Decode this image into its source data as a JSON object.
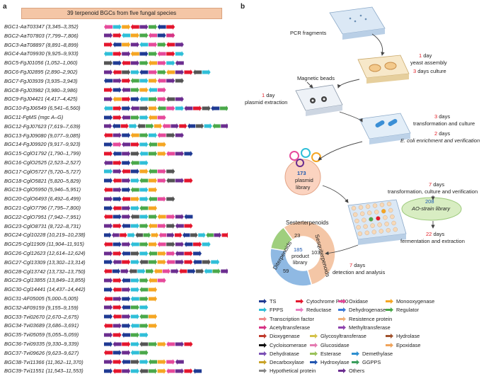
{
  "panel_a": {
    "label": "a",
    "banner": "39 terpenoid BGCs from five fungal species",
    "rows": [
      {
        "label": "BGC1-AaT03347 (3,345–3,352)",
        "genes": [
          "#e64a9b",
          "#2fbfd8",
          "#f5a623",
          "#e4162d",
          "#6b2d8f",
          "#4aa84a",
          "#1f3a93",
          "#e4162d"
        ]
      },
      {
        "label": "BGC2-AaT07803 (7,799–7,806)",
        "genes": [
          "#6b2d8f",
          "#e4162d",
          "#2fbfd8",
          "#f5a623",
          "#4aa84a",
          "#e64a9b",
          "#1f3a93",
          "#d63384"
        ]
      },
      {
        "label": "BGC3-AaT08897 (8,891–8,899)",
        "genes": [
          "#e4162d",
          "#1f3a93",
          "#f5a623",
          "#6b2d8f",
          "#2fbfd8",
          "#e64a9b",
          "#4aa84a",
          "#e4162d",
          "#6b2d8f"
        ]
      },
      {
        "label": "BGC4-AaT09930 (9,925–9,933)",
        "genes": [
          "#2fbfd8",
          "#e4162d",
          "#6b2d8f",
          "#f5a623",
          "#1f3a93",
          "#4aa84a",
          "#e64a9b",
          "#e4162d",
          "#2fbfd8"
        ]
      },
      {
        "label": "BGC5-FgJ01056 (1,052–1,060)",
        "genes": [
          "#555555",
          "#1f3a93",
          "#e4162d",
          "#6b2d8f",
          "#4aa84a",
          "#f5a623",
          "#e64a9b",
          "#2fbfd8",
          "#6b2d8f"
        ]
      },
      {
        "label": "BGC6-FgJ02895 (2,890–2,902)",
        "genes": [
          "#6b2d8f",
          "#e4162d",
          "#555555",
          "#2fbfd8",
          "#1f3a93",
          "#e64a9b",
          "#4aa84a",
          "#f5a623",
          "#6b2d8f",
          "#e4162d",
          "#555555",
          "#2fbfd8"
        ]
      },
      {
        "label": "BGC7-FgJ03939 (3,935–3,943)",
        "genes": [
          "#1f3a93",
          "#6b2d8f",
          "#e4162d",
          "#4aa84a",
          "#2fbfd8",
          "#f5a623",
          "#e64a9b",
          "#6b2d8f",
          "#555555"
        ]
      },
      {
        "label": "BGC8-FgJ03982 (3,980–3,986)",
        "genes": [
          "#e4162d",
          "#1f3a93",
          "#6b2d8f",
          "#4aa84a",
          "#f5a623",
          "#2fbfd8",
          "#e64a9b"
        ]
      },
      {
        "label": "BGC9-FgJ04421 (4,417–4,425)",
        "genes": [
          "#6b2d8f",
          "#f5a623",
          "#e4162d",
          "#1f3a93",
          "#2fbfd8",
          "#4aa84a",
          "#e64a9b",
          "#555555",
          "#6b2d8f"
        ]
      },
      {
        "label": "BGC10-FgJ06549 (6,541–6,560)",
        "genes": [
          "#2fbfd8",
          "#e4162d",
          "#1f3a93",
          "#6b2d8f",
          "#555555",
          "#f5a623",
          "#4aa84a",
          "#e64a9b",
          "#2fbfd8",
          "#6b2d8f",
          "#e4162d",
          "#555555",
          "#1f3a93",
          "#4aa84a"
        ]
      },
      {
        "label": "BGC11-FgMS (mgc A–G)",
        "genes": [
          "#1f3a93",
          "#e4162d",
          "#6b2d8f",
          "#4aa84a",
          "#2fbfd8",
          "#f5a623",
          "#e64a9b"
        ]
      },
      {
        "label": "BGC12-FgJ07623 (7,619–7,639)",
        "genes": [
          "#6b2d8f",
          "#1f3a93",
          "#e4162d",
          "#2fbfd8",
          "#555555",
          "#4aa84a",
          "#f5a623",
          "#e64a9b",
          "#6b2d8f",
          "#e4162d",
          "#1f3a93",
          "#555555",
          "#2fbfd8",
          "#4aa84a",
          "#6b2d8f"
        ]
      },
      {
        "label": "BGC13-FgJ09080 (9,077–9,085)",
        "genes": [
          "#e4162d",
          "#6b2d8f",
          "#1f3a93",
          "#f5a623",
          "#4aa84a",
          "#2fbfd8",
          "#e64a9b",
          "#555555",
          "#6b2d8f"
        ]
      },
      {
        "label": "BGC14-FgJ09920 (9,917–9,923)",
        "genes": [
          "#1f3a93",
          "#e64a9b",
          "#6b2d8f",
          "#e4162d",
          "#2fbfd8",
          "#4aa84a",
          "#f5a623"
        ]
      },
      {
        "label": "BGC15-CglO1792 (1,790–1,799)",
        "genes": [
          "#e4162d",
          "#1f3a93",
          "#6b2d8f",
          "#555555",
          "#2fbfd8",
          "#4aa84a",
          "#f5a623",
          "#e64a9b",
          "#6b2d8f",
          "#1f3a93"
        ]
      },
      {
        "label": "BGC16-CglO2525 (2,523–2,527)",
        "genes": [
          "#6b2d8f",
          "#e4162d",
          "#1f3a93",
          "#4aa84a",
          "#2fbfd8"
        ]
      },
      {
        "label": "BGC17-CglO5727 (5,720–5,727)",
        "genes": [
          "#2fbfd8",
          "#6b2d8f",
          "#e4162d",
          "#1f3a93",
          "#f5a623",
          "#4aa84a",
          "#e64a9b",
          "#555555"
        ]
      },
      {
        "label": "BGC18-CglO5821 (5,820–5,829)",
        "genes": [
          "#1f3a93",
          "#e4162d",
          "#6b2d8f",
          "#2fbfd8",
          "#4aa84a",
          "#f5a623",
          "#e64a9b",
          "#555555",
          "#6b2d8f",
          "#e4162d"
        ]
      },
      {
        "label": "BGC19-CglO5950 (5,946–5,951)",
        "genes": [
          "#e4162d",
          "#6b2d8f",
          "#1f3a93",
          "#4aa84a",
          "#2fbfd8",
          "#f5a623"
        ]
      },
      {
        "label": "BGC20-CglO6493 (6,492–6,499)",
        "genes": [
          "#6b2d8f",
          "#1f3a93",
          "#e4162d",
          "#f5a623",
          "#2fbfd8",
          "#4aa84a",
          "#e64a9b",
          "#555555"
        ]
      },
      {
        "label": "BGC21-CglO7796 (7,795–7,800)",
        "genes": [
          "#1f3a93",
          "#e4162d",
          "#6b2d8f",
          "#2fbfd8",
          "#4aa84a",
          "#f5a623"
        ]
      },
      {
        "label": "BGC22-CglO7951 (7,942–7,951)",
        "genes": [
          "#e4162d",
          "#1f3a93",
          "#6b2d8f",
          "#555555",
          "#2fbfd8",
          "#4aa84a",
          "#f5a623",
          "#e64a9b",
          "#6b2d8f",
          "#1f3a93"
        ]
      },
      {
        "label": "BGC23-CglO8731 (8,722–8,731)",
        "genes": [
          "#6b2d8f",
          "#e4162d",
          "#1f3a93",
          "#2fbfd8",
          "#4aa84a",
          "#f5a623",
          "#e64a9b",
          "#555555",
          "#6b2d8f",
          "#e4162d"
        ]
      },
      {
        "label": "BGC24-Cgl10228 (10,219–10,238)",
        "genes": [
          "#1f3a93",
          "#6b2d8f",
          "#e4162d",
          "#2fbfd8",
          "#555555",
          "#4aa84a",
          "#f5a623",
          "#e64a9b",
          "#6b2d8f",
          "#e4162d",
          "#1f3a93",
          "#555555",
          "#2fbfd8",
          "#4aa84a",
          "#6b2d8f",
          "#e4162d"
        ]
      },
      {
        "label": "BGC25-Cgl11909 (11,904–11,915)",
        "genes": [
          "#e4162d",
          "#1f3a93",
          "#6b2d8f",
          "#2fbfd8",
          "#4aa84a",
          "#f5a623",
          "#e64a9b",
          "#555555",
          "#6b2d8f",
          "#1f3a93",
          "#e4162d",
          "#2fbfd8"
        ]
      },
      {
        "label": "BGC26-Cgl12623 (12,614–12,624)",
        "genes": [
          "#6b2d8f",
          "#e4162d",
          "#1f3a93",
          "#555555",
          "#2fbfd8",
          "#4aa84a",
          "#f5a623",
          "#e64a9b",
          "#6b2d8f",
          "#e4162d",
          "#1f3a93"
        ]
      },
      {
        "label": "BGC27-Cgl13309 (13,302–13,314)",
        "genes": [
          "#1f3a93",
          "#6b2d8f",
          "#e4162d",
          "#2fbfd8",
          "#555555",
          "#4aa84a",
          "#f5a623",
          "#e64a9b",
          "#6b2d8f",
          "#e4162d",
          "#1f3a93",
          "#555555",
          "#2fbfd8"
        ]
      },
      {
        "label": "BGC28-Cgl13742 (13,732–13,750)",
        "genes": [
          "#e4162d",
          "#1f3a93",
          "#6b2d8f",
          "#555555",
          "#2fbfd8",
          "#4aa84a",
          "#f5a623",
          "#e64a9b",
          "#6b2d8f",
          "#e4162d",
          "#1f3a93",
          "#555555",
          "#2fbfd8",
          "#4aa84a",
          "#6b2d8f"
        ]
      },
      {
        "label": "BGC29-Cgl13855 (13,849–13,855)",
        "genes": [
          "#6b2d8f",
          "#e4162d",
          "#1f3a93",
          "#2fbfd8",
          "#4aa84a",
          "#f5a623",
          "#e64a9b"
        ]
      },
      {
        "label": "BGC30-Cgl14441 (14,437–14,442)",
        "genes": [
          "#1f3a93",
          "#e4162d",
          "#6b2d8f",
          "#2fbfd8",
          "#4aa84a",
          "#f5a623"
        ]
      },
      {
        "label": "BGC31-AF05005 (5,000–5,005)",
        "genes": [
          "#e4162d",
          "#6b2d8f",
          "#1f3a93",
          "#2fbfd8",
          "#4aa84a",
          "#f5a623"
        ]
      },
      {
        "label": "BGC32-AF09159 (9,155–9,159)",
        "genes": [
          "#6b2d8f",
          "#e4162d",
          "#1f3a93",
          "#4aa84a",
          "#2fbfd8"
        ]
      },
      {
        "label": "BGC33-Tvi02670 (2,670–2,675)",
        "genes": [
          "#1f3a93",
          "#e4162d",
          "#6b2d8f",
          "#2fbfd8",
          "#4aa84a",
          "#f5a623"
        ]
      },
      {
        "label": "BGC34-Tvi03689 (3,686–3,691)",
        "genes": [
          "#e4162d",
          "#6b2d8f",
          "#1f3a93",
          "#2fbfd8",
          "#4aa84a",
          "#f5a623"
        ]
      },
      {
        "label": "BGC35-Tvi05059 (5,055–5,059)",
        "genes": [
          "#6b2d8f",
          "#e4162d",
          "#1f3a93",
          "#4aa84a",
          "#2fbfd8"
        ]
      },
      {
        "label": "BGC36-Tvi09335 (9,330–9,339)",
        "genes": [
          "#1f3a93",
          "#6b2d8f",
          "#e4162d",
          "#2fbfd8",
          "#555555",
          "#4aa84a",
          "#f5a623",
          "#e64a9b",
          "#6b2d8f",
          "#e4162d"
        ]
      },
      {
        "label": "BGC37-Tvi09626 (9,623–9,627)",
        "genes": [
          "#e4162d",
          "#1f3a93",
          "#6b2d8f",
          "#2fbfd8",
          "#4aa84a"
        ]
      },
      {
        "label": "BGC38-Tvi11366 (11,362–11,370)",
        "genes": [
          "#6b2d8f",
          "#e4162d",
          "#1f3a93",
          "#555555",
          "#2fbfd8",
          "#4aa84a",
          "#f5a623",
          "#e64a9b",
          "#6b2d8f"
        ]
      },
      {
        "label": "BGC39-Tvi11551 (11,543–11,553)",
        "genes": [
          "#1f3a93",
          "#e4162d",
          "#6b2d8f",
          "#2fbfd8",
          "#555555",
          "#4aa84a",
          "#f5a623",
          "#e64a9b",
          "#6b2d8f",
          "#e4162d",
          "#1f3a93"
        ]
      }
    ]
  },
  "panel_b": {
    "label": "b",
    "pcr": "PCR fragments",
    "yeast_days": "1",
    "yeast_label": "day",
    "yeast_assembly": "yeast assembly",
    "culture_days": "3",
    "culture_label": "days culture",
    "magnetic": "Magnetic beads",
    "plasmid_days": "1",
    "plasmid_label": "day",
    "plasmid_extraction": "plasmid extraction",
    "transform_days": "3",
    "transform_label": "days",
    "transform_text": "transformation and culture",
    "ecoli_days": "2",
    "ecoli_label": "days",
    "ecoli_text": "E. coli enrichment and verification",
    "library_count": "173",
    "library_line1": "plasmid",
    "library_line2": "library",
    "tcv_days": "7",
    "tcv_label": "days",
    "tcv_text": "transformation, culture and verification",
    "ao_count": "208",
    "ao_text": "AO-strain library",
    "ferment_days": "22",
    "ferment_label": "days",
    "ferment_text": "fermentation and extraction",
    "detect_days": "7",
    "detect_label": "days",
    "detect_text": "detection and analysis",
    "donut": {
      "center_count": "185",
      "center_line1": "product",
      "center_line2": "library",
      "segments": [
        {
          "name": "Sesterterpenoids",
          "value": "23",
          "color": "#9fcf7e"
        },
        {
          "name": "Sesquiterpenoids",
          "value": "103",
          "color": "#f4c6a6"
        },
        {
          "name": "Diterpenoids",
          "value": "59",
          "color": "#8fb9e3"
        }
      ]
    },
    "legend": [
      {
        "label": "TS",
        "color": "#1f3a93"
      },
      {
        "label": "Cytochrome P450",
        "color": "#e4162d"
      },
      {
        "label": "Oxidase",
        "color": "#e64a9b"
      },
      {
        "label": "Monooxygenase",
        "color": "#f5a623"
      },
      {
        "label": "FPPS",
        "color": "#2fbfd8"
      },
      {
        "label": "Reductase",
        "color": "#e87ec0"
      },
      {
        "label": "Dehydrogenase",
        "color": "#3d7ad6"
      },
      {
        "label": "Regulator",
        "color": "#4aa84a"
      },
      {
        "label": "Transcription factor",
        "color": "#f08a8a"
      },
      {
        "label": "Resistence protein",
        "color": "#f0b27a"
      },
      {
        "label": "Acetyltransferase",
        "color": "#d63384"
      },
      {
        "label": "Methyltransferase",
        "color": "#8e44ad"
      },
      {
        "label": "Dioxygenase",
        "color": "#c0392b"
      },
      {
        "label": "Glycosyltransferase",
        "color": "#d4c24a"
      },
      {
        "label": "Hydrolase",
        "color": "#a0522d"
      },
      {
        "label": "Cycloisomerase",
        "color": "#111111"
      },
      {
        "label": "Glucosidase",
        "color": "#e57ab1"
      },
      {
        "label": "Epoxidase",
        "color": "#f0a35a"
      },
      {
        "label": "Dehydratase",
        "color": "#7b4fb5"
      },
      {
        "label": "Esterase",
        "color": "#9ac25a"
      },
      {
        "label": "Demethylase",
        "color": "#2e8fd0"
      },
      {
        "label": "Decarboxylase",
        "color": "#c9a227"
      },
      {
        "label": "Hydroxylase",
        "color": "#2255b0"
      },
      {
        "label": "GGPPS",
        "color": "#3a9e5c"
      },
      {
        "label": "Hypothetical protein",
        "color": "#888888"
      },
      {
        "label": "Others",
        "color": "#6b2d8f"
      }
    ]
  }
}
